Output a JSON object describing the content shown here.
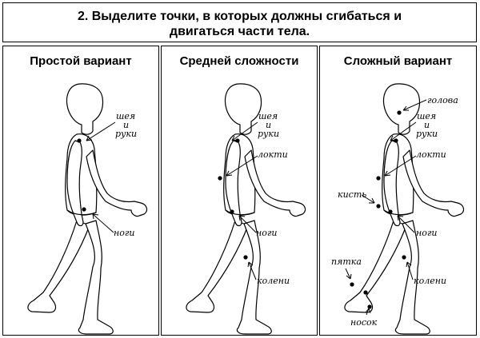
{
  "task": {
    "line1": "2. Выделите точки, в которых должны сгибаться и",
    "line2": "двигаться части тела."
  },
  "panels": [
    {
      "title": "Простой вариант",
      "labels": {
        "neck": "шея",
        "and": "и",
        "arms": "руки",
        "legs": "ноги"
      }
    },
    {
      "title": "Средней сложности",
      "labels": {
        "neck": "шея",
        "and": "и",
        "arms": "руки",
        "elbows": "локти",
        "legs": "ноги",
        "knees": "колени"
      }
    },
    {
      "title": "Сложный вариант",
      "labels": {
        "head": "голова",
        "neck": "шея",
        "and": "и",
        "arms": "руки",
        "elbows": "локти",
        "wrist": "кисть",
        "legs": "ноги",
        "heel": "пятка",
        "knees": "колени",
        "toe": "носок"
      }
    }
  ]
}
